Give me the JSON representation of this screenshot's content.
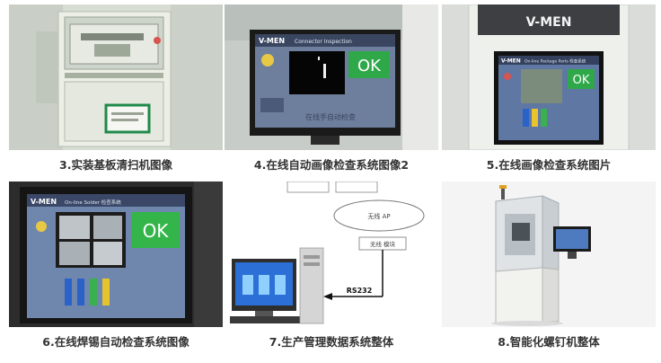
{
  "items": [
    {
      "caption": "3.实装基板清扫机图像"
    },
    {
      "caption": "4.在线自动画像检查系统图像2",
      "screen": {
        "brand": "V-MEN",
        "window_title": "Connector Inspection",
        "result": "OK",
        "watermark": "在线手自动检查"
      }
    },
    {
      "caption": "5.在线画像检查系统图片",
      "screen": {
        "brand": "V-MEN",
        "window_title": "On-line Package Parts 检查系统",
        "result": "OK"
      },
      "machine_logo": "V-MEN"
    },
    {
      "caption": "6.在线焊锡自动检查系统图像",
      "screen": {
        "brand": "V-MEN",
        "window_title": "On-line Solder 检查系统",
        "result": "OK"
      }
    },
    {
      "caption": "7.生产管理数据系统整体",
      "diagram": {
        "cloud_label": "无线 AP",
        "module_label": "无线 模块",
        "link_label": "RS232"
      }
    },
    {
      "caption": "8.智能化螺钉机整体"
    }
  ]
}
